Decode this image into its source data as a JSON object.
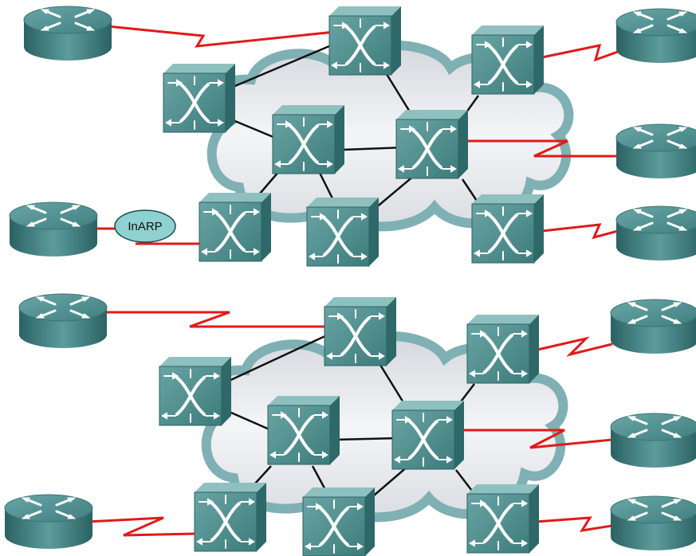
{
  "diagrams": [
    {
      "id": "top",
      "routers": [
        "router-left-top",
        "router-left-bottom",
        "router-right-top",
        "router-right-middle",
        "router-right-bottom"
      ],
      "switches": 8,
      "inarp_badge": "InARP"
    },
    {
      "id": "bottom",
      "routers": [
        "router-left-top",
        "router-left-bottom",
        "router-right-top",
        "router-right-middle",
        "router-right-bottom"
      ],
      "switches": 8
    }
  ],
  "icons": {
    "router": "router-icon",
    "switch": "frame-relay-switch-icon",
    "cloud": "cloud-icon"
  },
  "colors": {
    "device_teal": "#5f9c9c",
    "device_dark": "#2f6868",
    "device_light": "#a9d0d0",
    "wan_link": "#e11a1a",
    "lan_link": "#111111",
    "cloud_edge": "#7fb0b4",
    "cloud_fill": "#eceef2",
    "badge_fill": "#8fd0d0"
  }
}
